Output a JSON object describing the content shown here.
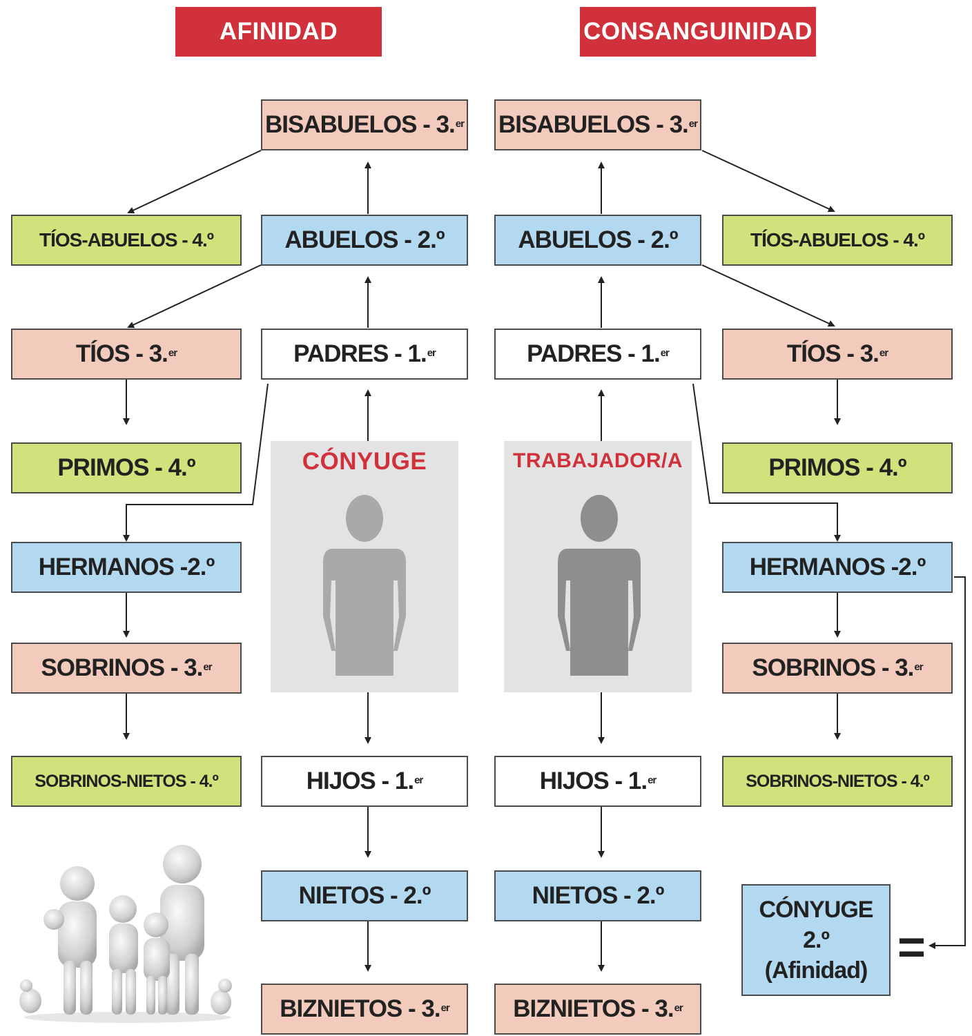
{
  "headers": {
    "afinidad": "AFINIDAD",
    "consanguinidad": "CONSANGUINIDAD"
  },
  "left": {
    "bisabuelos": {
      "text": "BISABUELOS - 3.",
      "sup": "er"
    },
    "tios_abuelos": {
      "text": "TÍOS-ABUELOS - 4.º"
    },
    "abuelos": {
      "text": "ABUELOS - 2.º"
    },
    "tios": {
      "text": "TÍOS - 3.",
      "sup": "er"
    },
    "padres": {
      "text": "PADRES - 1.",
      "sup": "er"
    },
    "primos": {
      "text": "PRIMOS - 4.º"
    },
    "hermanos": {
      "text": "HERMANOS -2.º"
    },
    "sobrinos": {
      "text": "SOBRINOS - 3.",
      "sup": "er"
    },
    "sobrinos_nietos": {
      "text": "SOBRINOS-NIETOS - 4.º"
    },
    "hijos": {
      "text": "HIJOS - 1.",
      "sup": "er"
    },
    "nietos": {
      "text": "NIETOS - 2.º"
    },
    "biznietos": {
      "text": "BIZNIETOS - 3.",
      "sup": "er"
    },
    "center_label": "CÓNYUGE"
  },
  "right": {
    "bisabuelos": {
      "text": "BISABUELOS - 3.",
      "sup": "er"
    },
    "tios_abuelos": {
      "text": "TÍOS-ABUELOS - 4.º"
    },
    "abuelos": {
      "text": "ABUELOS - 2.º"
    },
    "tios": {
      "text": "TÍOS - 3.",
      "sup": "er"
    },
    "padres": {
      "text": "PADRES - 1.",
      "sup": "er"
    },
    "primos": {
      "text": "PRIMOS - 4.º"
    },
    "hermanos": {
      "text": "HERMANOS -2.º"
    },
    "sobrinos": {
      "text": "SOBRINOS - 3.",
      "sup": "er"
    },
    "sobrinos_nietos": {
      "text": "SOBRINOS-NIETOS - 4.º"
    },
    "hijos": {
      "text": "HIJOS - 1.",
      "sup": "er"
    },
    "nietos": {
      "text": "NIETOS - 2.º"
    },
    "biznietos": {
      "text": "BIZNIETOS - 3.",
      "sup": "er"
    },
    "center_label": "TRABAJADOR/A"
  },
  "conyuge_box": {
    "line1": "CÓNYUGE",
    "line2": "2.º",
    "line3": "(Afinidad)"
  },
  "equals_sign": "=",
  "colors": {
    "header_red": "#d0313a",
    "pink": "#f3cbbd",
    "green": "#cfe27b",
    "blue": "#b3d9f1",
    "panel_gray": "#e3e3e3",
    "person_dark": "#8e8e8e",
    "person_light": "#a9a9a9"
  },
  "icons": [
    "person-silhouette-icon",
    "family-figures-icon"
  ]
}
